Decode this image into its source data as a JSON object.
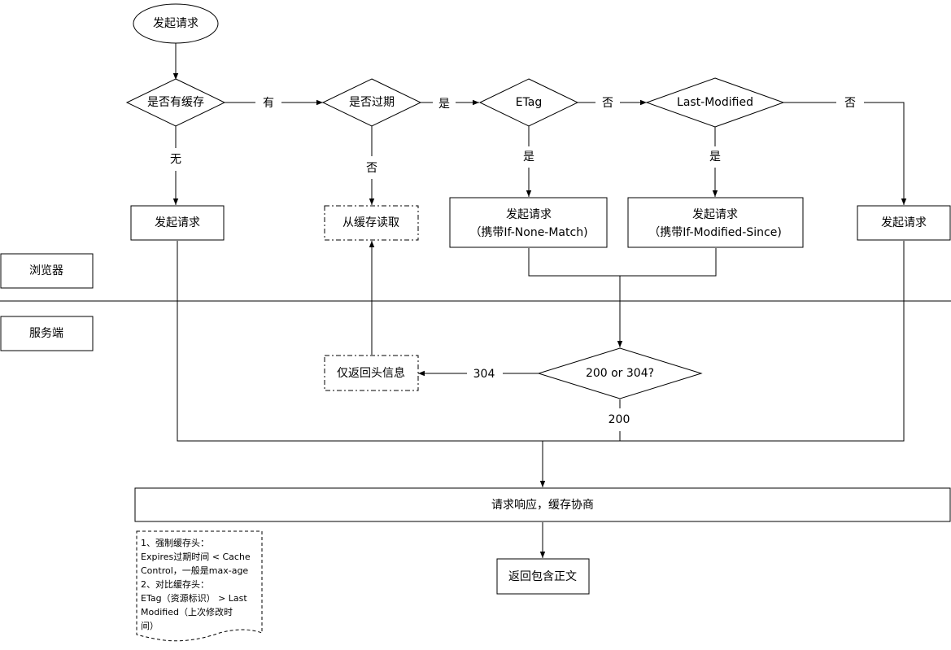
{
  "nodes": {
    "start": "发起请求",
    "has_cache": "是否有缓存",
    "expired": "是否过期",
    "etag": "ETag",
    "last_modified": "Last-Modified",
    "req_plain": "发起请求",
    "read_cache": "从缓存读取",
    "req_etag_l1": "发起请求",
    "req_etag_l2": "（携带If-None-Match)",
    "req_lm_l1": "发起请求",
    "req_lm_l2": "（携带If-Modified-Since)",
    "req_right": "发起请求",
    "browser": "浏览器",
    "server": "服务端",
    "header_only": "仅返回头信息",
    "status_check": "200 or 304?",
    "response": "请求响应，缓存协商",
    "return_body": "返回包含正文"
  },
  "edges": {
    "has": "有",
    "none": "无",
    "yes1": "是",
    "no1": "否",
    "no_etag": "否",
    "yes_etag": "是",
    "yes_lm": "是",
    "no_lm": "否",
    "code304": "304",
    "code200": "200"
  },
  "note": {
    "lines": [
      "1、强制缓存头：",
      "Expires过期时间 < Cache",
      "Control，一般是max-age",
      "2、对比缓存头：",
      "ETag（资源标识） > Last",
      "Modified（上次修改时",
      "间）"
    ]
  }
}
